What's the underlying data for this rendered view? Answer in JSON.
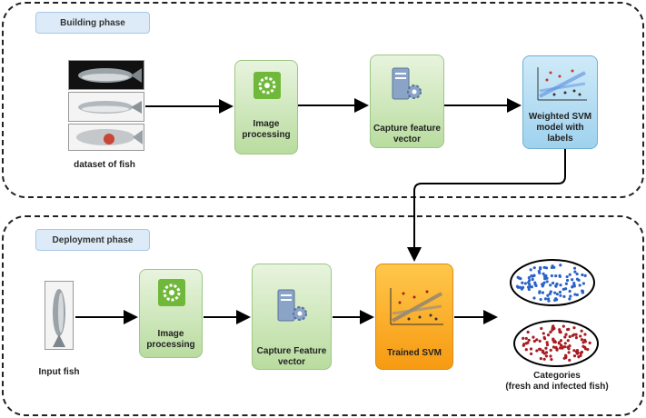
{
  "building": {
    "tag": "Building phase",
    "dataset_label": "dataset of fish",
    "image_processing": "Image processing",
    "capture": "Capture feature vector",
    "svm": "Weighted SVM model with labels"
  },
  "deployment": {
    "tag": "Deployment phase",
    "input_label": "Input fish",
    "image_processing": "Image processing",
    "capture": "Capture Feature vector",
    "svm": "Trained SVM",
    "categories_line1": "Categories",
    "categories_line2": "(fresh and infected fish)"
  },
  "colors": {
    "fresh": "#2a62c8",
    "infected": "#a81c22",
    "processing_box": "#c2e0ab",
    "svm_box": "#a6d5ef",
    "trained_box": "#f9a21a"
  },
  "icons": [
    "gear-chip-icon",
    "server-gear-icon",
    "scatter-plot-icon"
  ]
}
